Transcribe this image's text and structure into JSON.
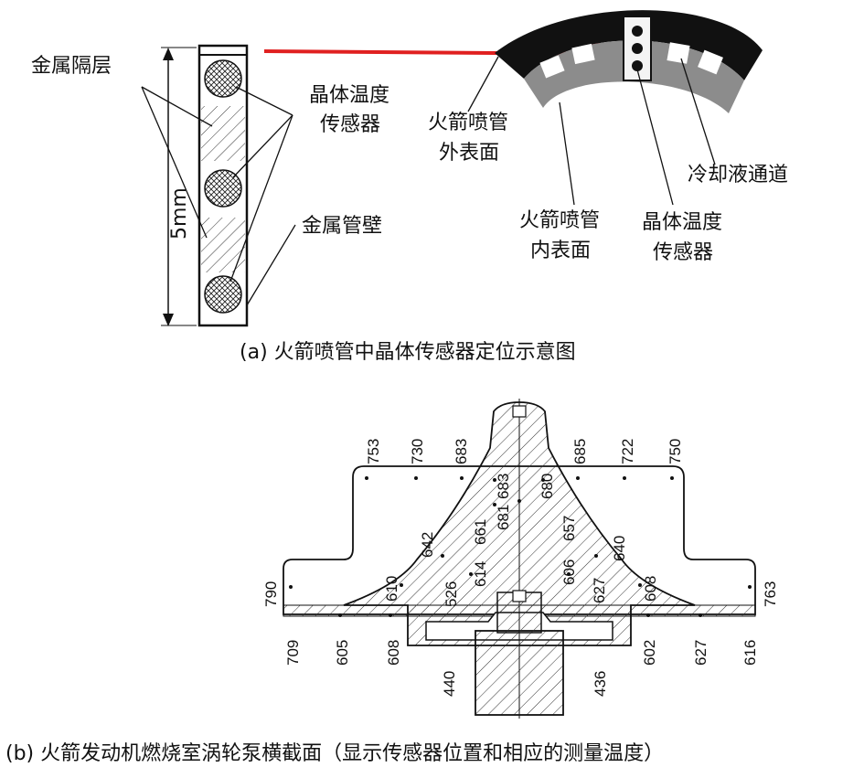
{
  "panel_a": {
    "labels": {
      "metal_barrier": "金属隔层",
      "crystal_sensor_line1": "晶体温度",
      "crystal_sensor_line2": "传感器",
      "metal_wall": "金属管壁",
      "dimension": "5mm",
      "nozzle_outer_line1": "火箭喷管",
      "nozzle_outer_line2": "外表面",
      "nozzle_inner_line1": "火箭喷管",
      "nozzle_inner_line2": "内表面",
      "coolant_channel": "冷却液通道",
      "sensor_right_line1": "晶体温度",
      "sensor_right_line2": "传感器"
    },
    "caption": "(a) 火箭喷管中晶体传感器定位示意图"
  },
  "panel_b": {
    "measurements": [
      "753",
      "730",
      "683",
      "685",
      "722",
      "750",
      "683",
      "680",
      "681",
      "661",
      "657",
      "642",
      "640",
      "614",
      "606",
      "526",
      "627",
      "610",
      "608",
      "790",
      "763",
      "709",
      "605",
      "608",
      "602",
      "627",
      "616",
      "440",
      "436"
    ],
    "caption": "(b) 火箭发动机燃烧室涡轮泵横截面（显示传感器位置和相应的测量温度）"
  },
  "colors": {
    "arrow": "#e02020",
    "dark_ring": "#111111",
    "gray_ring": "#8c8c8c"
  }
}
